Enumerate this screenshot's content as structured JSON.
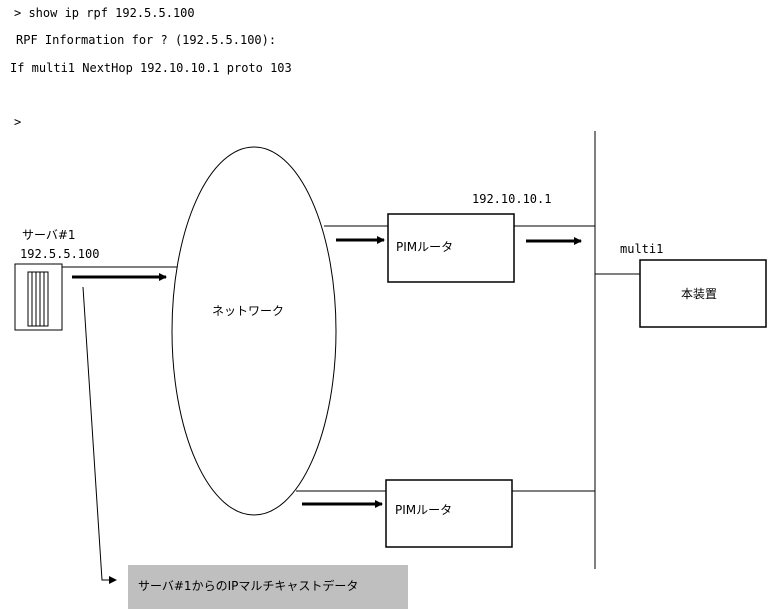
{
  "terminal": {
    "line1": "> show ip rpf 192.5.5.100",
    "line2": "RPF Information for ? (192.5.5.100):",
    "line3": "If multi1 NextHop 192.10.10.1 proto 103",
    "line4": ">"
  },
  "diagram": {
    "server_name": "サーバ#1",
    "server_ip": "192.5.5.100",
    "network_label": "ネットワーク",
    "router1_label": "PIMルータ",
    "router2_label": "PIMルータ",
    "router1_ip": "192.10.10.1",
    "interface_label": "multi1",
    "device_label": "本装置",
    "multicast_label": "サーバ#1からのIPマルチキャストデータ"
  }
}
